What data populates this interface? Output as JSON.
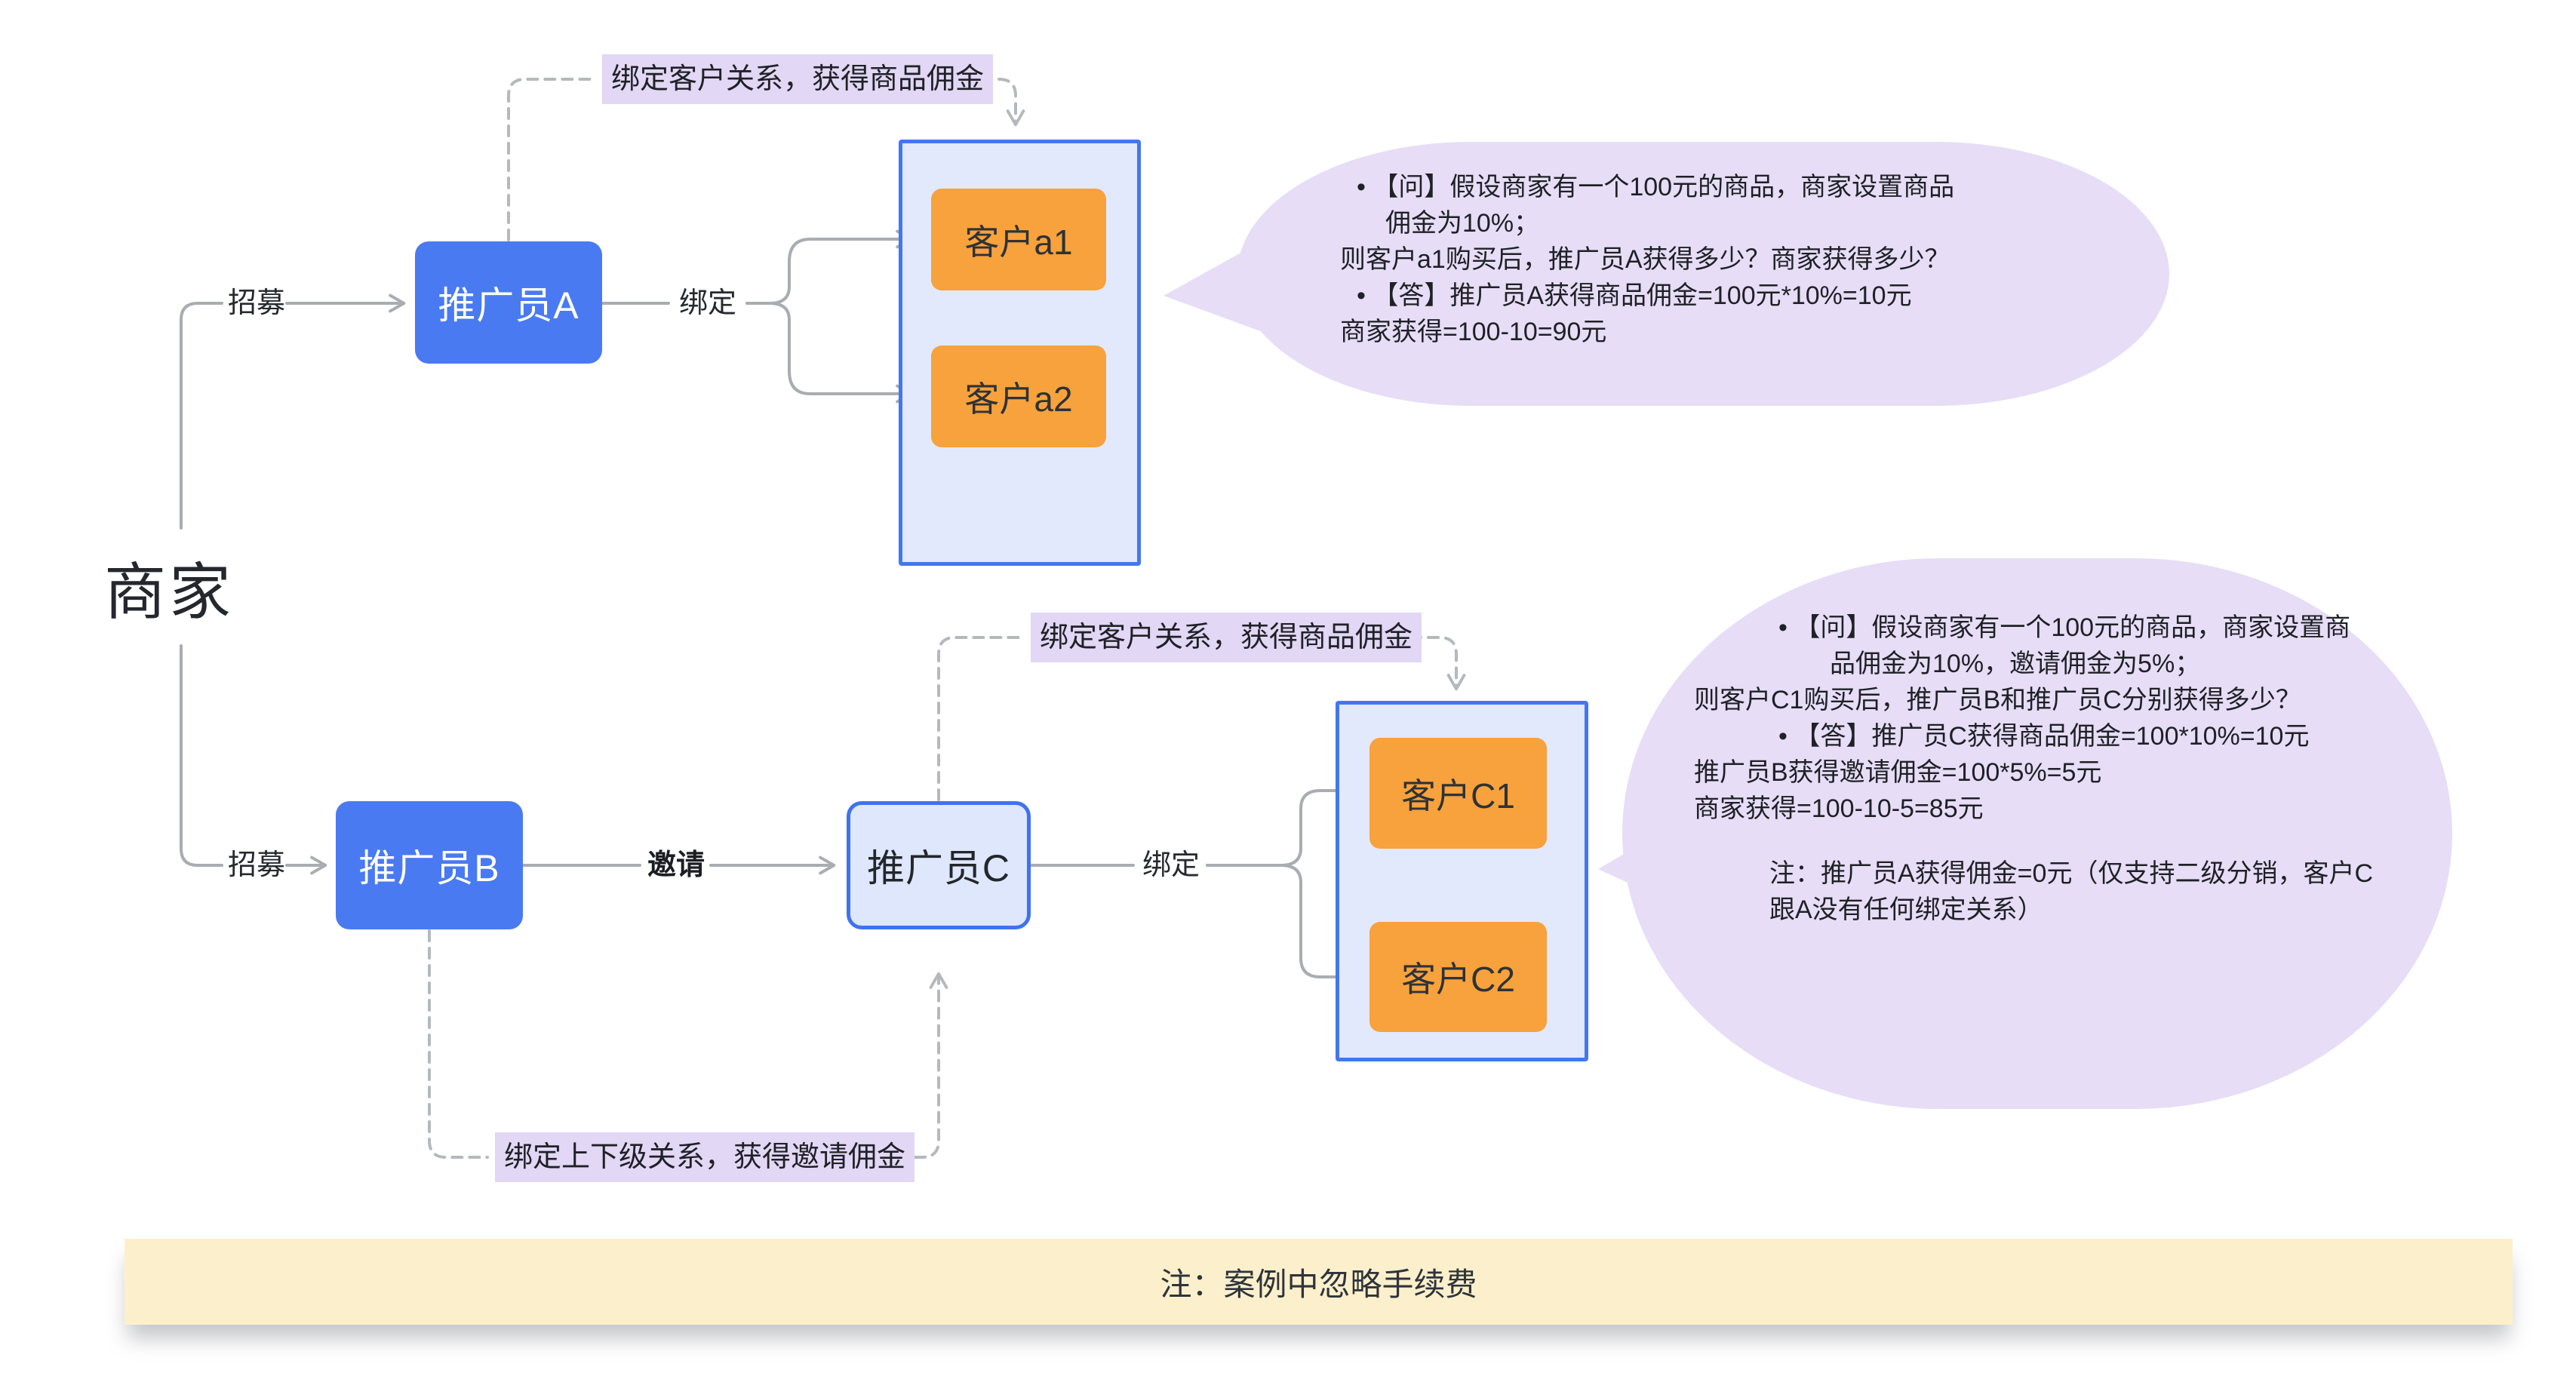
{
  "colors": {
    "promoter_blue": "#4A7AF2",
    "promoter_c_fill": "#DEE7FB",
    "promoter_c_border": "#3F72EE",
    "customer_orange": "#F7A23C",
    "container_fill": "#E2E9FC",
    "container_border": "#4377F0",
    "bubble_lavender": "#E7DDF6",
    "note_highlight": "#E2D7F4",
    "banner_yellow": "#FCF0CC",
    "wire_gray": "#A9ACB1",
    "dashed_gray": "#B5B8BD"
  },
  "merchant_label": "商家",
  "top_flow": {
    "recruit": "招募",
    "promoter": "推广员A",
    "bind": "绑定",
    "dashed_note": "绑定客户关系，获得商品佣金",
    "customer1": "客户a1",
    "customer2": "客户a2"
  },
  "bubble_top": {
    "lines": [
      "• 【问】假设商家有一个100元的商品，商家设置商品",
      "佣金为10%；",
      "则客户a1购买后，推广员A获得多少？商家获得多少？",
      "• 【答】推广员A获得商品佣金=100元*10%=10元",
      "商家获得=100-10=90元"
    ]
  },
  "bottom_flow": {
    "recruit": "招募",
    "promoter_b": "推广员B",
    "invite": "邀请",
    "promoter_c": "推广员C",
    "bind": "绑定",
    "dashed_note_customer": "绑定客户关系，获得商品佣金",
    "dashed_note_invite": "绑定上下级关系，获得邀请佣金",
    "customer1": "客户C1",
    "customer2": "客户C2"
  },
  "bubble_bottom": {
    "lines": [
      "• 【问】假设商家有一个100元的商品，商家设置商",
      "品佣金为10%，邀请佣金为5%；",
      "则客户C1购买后，推广员B和推广员C分别获得多少？",
      "• 【答】推广员C获得商品佣金=100*10%=10元",
      "推广员B获得邀请佣金=100*5%=5元",
      "商家获得=100-10-5=85元"
    ],
    "note_lines": [
      "注：推广员A获得佣金=0元（仅支持二级分销，客户C",
      "跟A没有任何绑定关系）"
    ]
  },
  "footer_note": "注：案例中忽略手续费"
}
